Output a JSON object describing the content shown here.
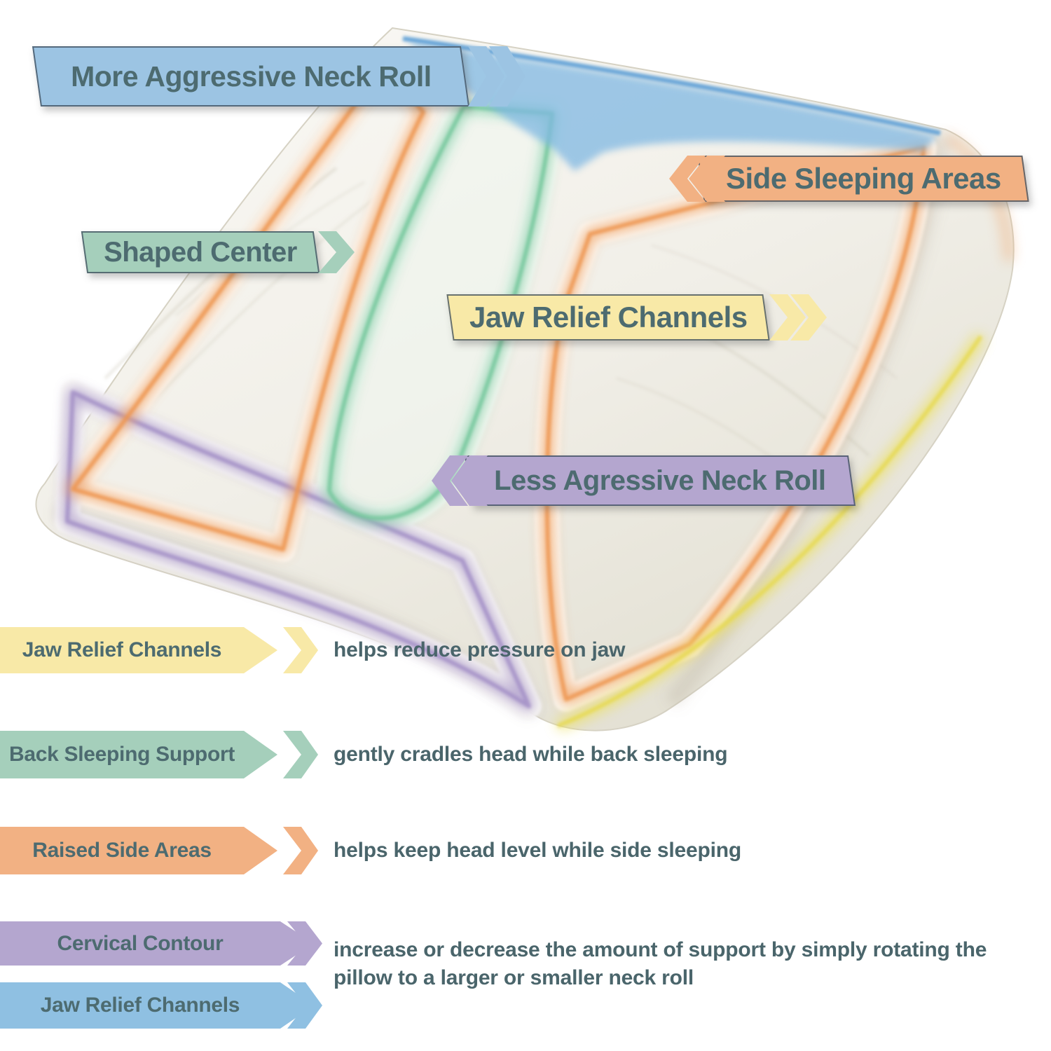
{
  "colors": {
    "blue": "#9cc4e3",
    "blue_vivid": "#8fc0e2",
    "orange": "#f2b183",
    "green": "#a5cfbb",
    "yellow": "#f8e9a7",
    "purple": "#b4a6cf",
    "label_text": "#4d6b70",
    "description_text": "#4a656b",
    "pillow_edge_blue": "#6fa9d8",
    "pillow_edge_orange": "#f0a163",
    "pillow_edge_green": "#83cda6",
    "pillow_edge_purple": "#a795c8",
    "pillow_edge_yellow": "#e9df5e",
    "pillow_foam": "#f1efe8"
  },
  "icons": {
    "chevron_right": "»",
    "chevron_left": "«"
  },
  "pillow_labels": [
    {
      "label": "More Aggressive Neck Roll",
      "color": "blue",
      "arrow": "right"
    },
    {
      "label": "Side Sleeping Areas",
      "color": "orange",
      "arrow": "left"
    },
    {
      "label": "Shaped Center",
      "color": "green",
      "arrow": "right"
    },
    {
      "label": "Jaw Relief Channels",
      "color": "yellow",
      "arrow": "right"
    },
    {
      "label": "Less Agressive Neck Roll",
      "color": "purple",
      "arrow": "left"
    }
  ],
  "legend_rows": [
    {
      "label": "Jaw Relief Channels",
      "color": "yellow",
      "description": "helps reduce pressure on jaw"
    },
    {
      "label": "Back Sleeping Support",
      "color": "green",
      "description": "gently cradles head while back sleeping"
    },
    {
      "label": "Raised Side Areas",
      "color": "orange",
      "description": "helps keep head level while side sleeping"
    }
  ],
  "legend_group": {
    "rows": [
      {
        "label": "Cervical Contour",
        "color": "purple"
      },
      {
        "label": "Jaw Relief Channels",
        "color": "blue_vivid"
      }
    ],
    "description": "increase or decrease the amount of support by simply rotating the pillow to a larger or smaller neck roll"
  }
}
